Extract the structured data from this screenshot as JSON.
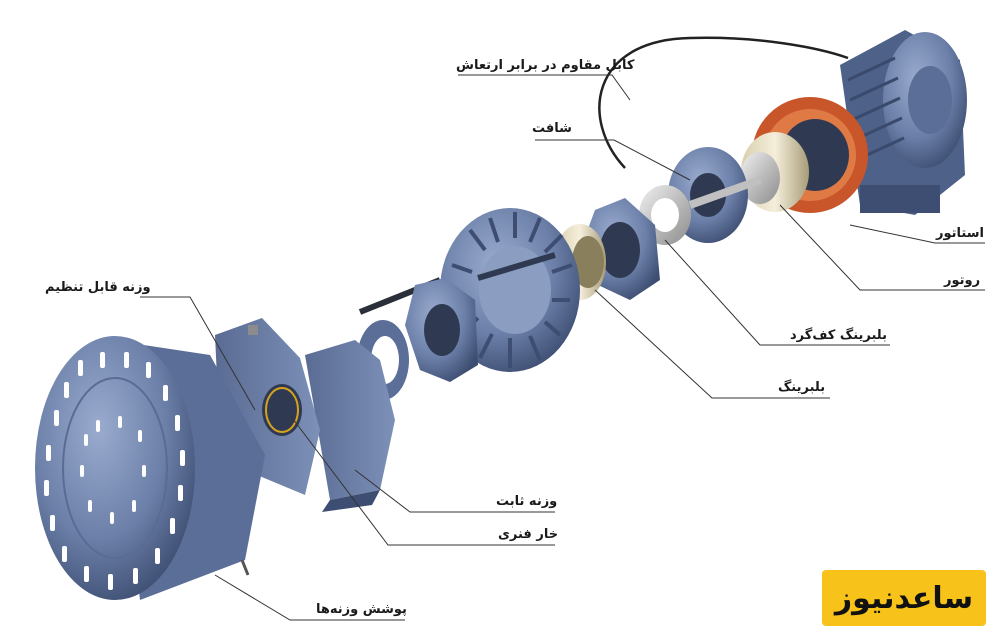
{
  "labels": {
    "vibration_cable": "کابل مقاوم در برابر ارتعاش",
    "shaft": "شافت",
    "stator": "استاتور",
    "rotor": "روتور",
    "thrust_bearing": "بلبرینگ کف‌گرد",
    "bearing": "بلبرینگ",
    "adjustable_weight": "وزنه قابل تنظیم",
    "fixed_weight": "وزنه ثابت",
    "spring_pin": "خار فنری",
    "weight_cover": "پوشش وزنه‌ها"
  },
  "logo_text": "ساعدنیوز",
  "colors": {
    "part_blue": "#6b7fa8",
    "part_dark": "#3e4e72",
    "copper": "#c8562a",
    "logo_yellow": "#f7c21a",
    "leader": "#333333"
  }
}
